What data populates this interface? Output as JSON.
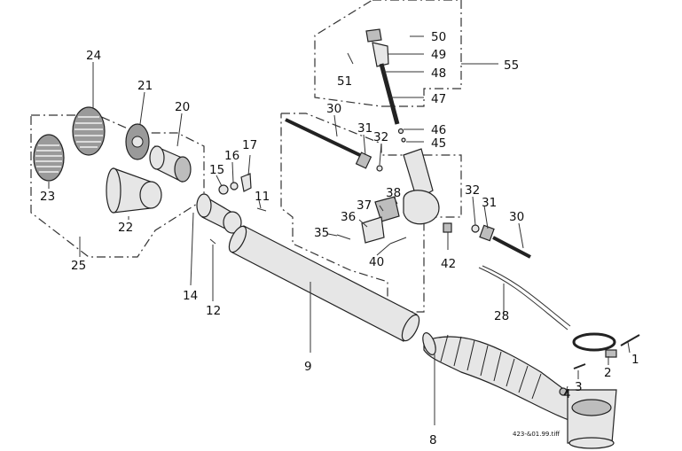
{
  "figure": {
    "reference": "423-&01.99.tiff",
    "callouts": [
      {
        "id": "c1",
        "text": "1"
      },
      {
        "id": "c2",
        "text": "2"
      },
      {
        "id": "c3",
        "text": "3"
      },
      {
        "id": "c4",
        "text": "4"
      },
      {
        "id": "c8",
        "text": "8"
      },
      {
        "id": "c9",
        "text": "9"
      },
      {
        "id": "c11",
        "text": "11"
      },
      {
        "id": "c12",
        "text": "12"
      },
      {
        "id": "c14",
        "text": "14"
      },
      {
        "id": "c15",
        "text": "15"
      },
      {
        "id": "c16",
        "text": "16"
      },
      {
        "id": "c17",
        "text": "17"
      },
      {
        "id": "c20",
        "text": "20"
      },
      {
        "id": "c21",
        "text": "21"
      },
      {
        "id": "c22",
        "text": "22"
      },
      {
        "id": "c23",
        "text": "23"
      },
      {
        "id": "c24",
        "text": "24"
      },
      {
        "id": "c25",
        "text": "25"
      },
      {
        "id": "c28",
        "text": "28"
      },
      {
        "id": "c30a",
        "text": "30"
      },
      {
        "id": "c30b",
        "text": "30"
      },
      {
        "id": "c31a",
        "text": "31"
      },
      {
        "id": "c31b",
        "text": "31"
      },
      {
        "id": "c32a",
        "text": "32"
      },
      {
        "id": "c32b",
        "text": "32"
      },
      {
        "id": "c35",
        "text": "35"
      },
      {
        "id": "c36",
        "text": "36"
      },
      {
        "id": "c37",
        "text": "37"
      },
      {
        "id": "c38",
        "text": "38"
      },
      {
        "id": "c40",
        "text": "40"
      },
      {
        "id": "c42",
        "text": "42"
      },
      {
        "id": "c45",
        "text": "45"
      },
      {
        "id": "c46",
        "text": "46"
      },
      {
        "id": "c47",
        "text": "47"
      },
      {
        "id": "c48",
        "text": "48"
      },
      {
        "id": "c49",
        "text": "49"
      },
      {
        "id": "c50",
        "text": "50"
      },
      {
        "id": "c51",
        "text": "51"
      },
      {
        "id": "c55",
        "text": "55"
      }
    ]
  }
}
